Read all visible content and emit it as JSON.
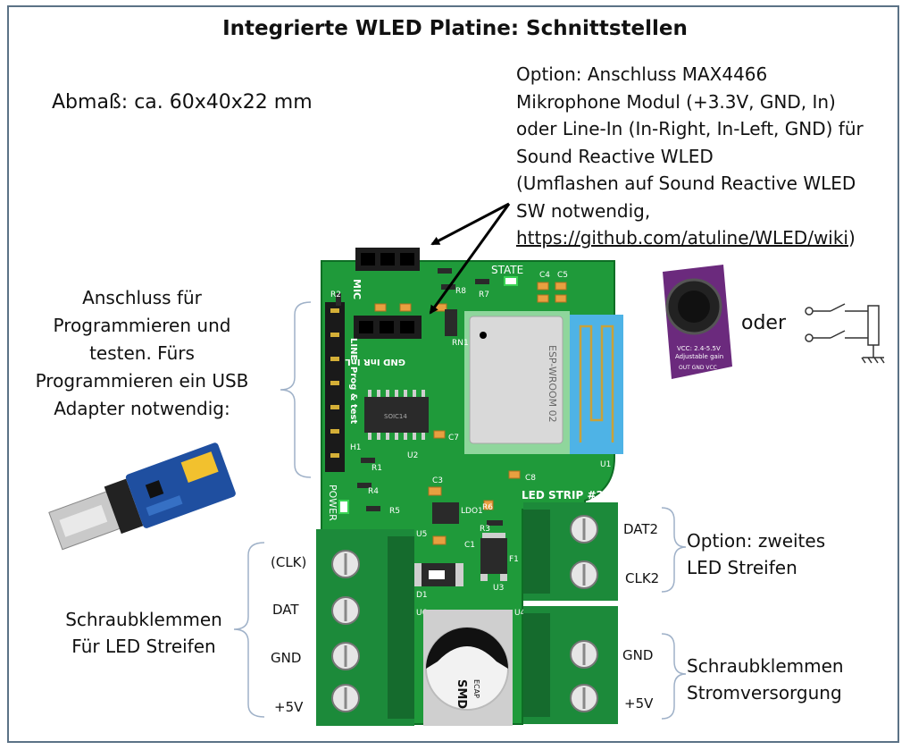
{
  "title": "Integrierte WLED Platine: Schnittstellen",
  "dimensions": "Abmaß: ca. 60x40x22 mm",
  "mic_option": {
    "lines": [
      "Option: Anschluss MAX4466",
      "Mikrophone Modul  (+3.3V, GND, In)",
      "oder Line-In (In-Right, In-Left, GND) für",
      "Sound Reactive WLED",
      "(Umflashen auf Sound Reactive WLED",
      "SW notwendig,"
    ],
    "link": "https://github.com/atuline/WLED/wiki",
    "link_suffix": ")"
  },
  "programming": [
    "Anschluss für",
    "Programmieren und",
    "testen. Fürs",
    "Programmieren ein USB",
    "Adapter notwendig:"
  ],
  "or_word": "oder",
  "led_terminals": {
    "labels": [
      "(CLK)",
      "DAT",
      "GND",
      "+5V"
    ],
    "caption": [
      "Schraubklemmen",
      "Für LED Streifen"
    ]
  },
  "second_strip": {
    "labels": [
      "DAT2",
      "CLK2"
    ],
    "caption": [
      "Option: zweites",
      "LED Streifen"
    ]
  },
  "power_terminals": {
    "labels": [
      "GND",
      "+5V"
    ],
    "caption": [
      "Schraubklemmen",
      "Stromversorgung"
    ]
  },
  "board": {
    "silkscreen": {
      "mic": "MIC",
      "line": "LINE",
      "state": "STATE",
      "led_strip_2": "LED STRIP #2",
      "power": "POWER",
      "prog_test": "Prog & test",
      "pin_row": "GND InR InL",
      "module": "ESP-WROOM 02",
      "cap": "SMD",
      "cap2": "ECAP",
      "parts": [
        "R2",
        "R8",
        "R7",
        "C5",
        "C4",
        "R1",
        "RN1",
        "C7",
        "U2",
        "H1",
        "R3",
        "R4",
        "C3",
        "C8",
        "U1",
        "U5",
        "LDO1",
        "R6",
        "R5",
        "C1",
        "F1",
        "D1",
        "U6",
        "U4",
        "U3"
      ]
    },
    "ic_label": "SOIC14"
  },
  "mic_module": {
    "vcc": "VCC: 2.4-5.5V",
    "gain": "Adjustable gain",
    "pins": "OUT GND VCC"
  },
  "colors": {
    "pcb": "#1f9a3a",
    "pcb_dark": "#0e6e25",
    "terminal": "#1c8a3a",
    "wifi": "#4eb3e6",
    "mic_board": "#6b2a7d",
    "frame": "#5b7286",
    "bracket": "#9fb1c8"
  }
}
